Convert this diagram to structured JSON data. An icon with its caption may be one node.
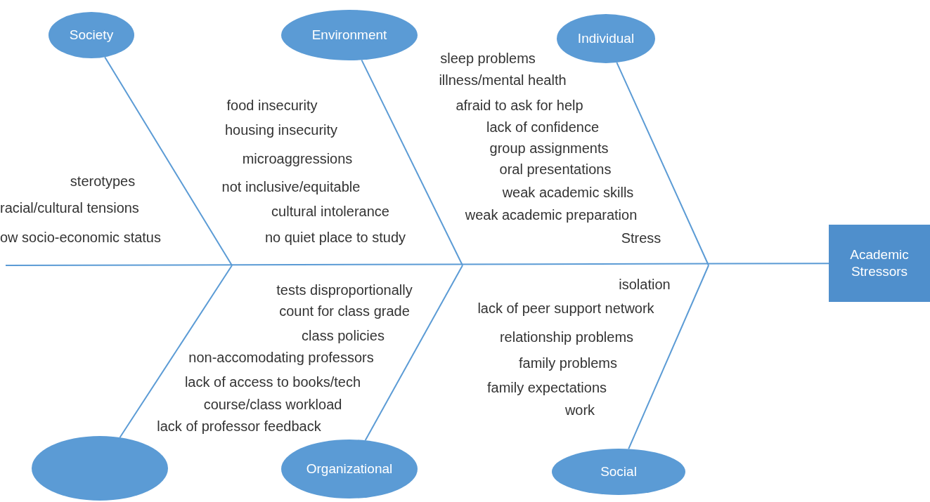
{
  "diagram": {
    "nodes": [
      {
        "text": [
          "Society"
        ]
      },
      {
        "text": [
          "Environment"
        ]
      },
      {
        "text": [
          "Individual"
        ]
      },
      {
        "text": [],
        "shape": "circle"
      },
      {
        "text": [
          "Organizational"
        ]
      },
      {
        "text": [
          "Social"
        ]
      },
      {
        "text": [
          "Academic Stressors"
        ]
      }
    ],
    "edges": [
      {
        "from": null,
        "to": 6,
        "arrow": "none"
      },
      {
        "from": 0,
        "to": null,
        "arrow": "none"
      },
      {
        "from": 1,
        "to": null,
        "arrow": "none"
      },
      {
        "from": 2,
        "to": null,
        "arrow": "none"
      },
      {
        "from": 3,
        "to": null,
        "arrow": "none"
      },
      {
        "from": 4,
        "to": null,
        "arrow": "none"
      },
      {
        "from": 5,
        "to": null,
        "arrow": "none"
      }
    ],
    "labels": [
      "sleep problems",
      "illness/mental health",
      "food insecurity",
      "afraid to ask for help",
      "housing insecurity",
      "lack of confidence",
      "group assignments",
      "microaggressions",
      "oral presentations",
      "sterotypes",
      "not inclusive/equitable",
      "weak academic skills",
      "racial/cultural tensions",
      "cultural intolerance",
      "weak academic preparation",
      "ow socio-economic status",
      "no quiet place to study",
      "Stress",
      "isolation",
      "tests disproportionally",
      "count for class grade",
      "lack of peer support network",
      "class policies",
      "relationship problems",
      "non-accomodating professors",
      "family problems",
      "lack of access to books/tech",
      "family expectations",
      "course/class workload",
      "work",
      "lack of professor feedback"
    ]
  }
}
